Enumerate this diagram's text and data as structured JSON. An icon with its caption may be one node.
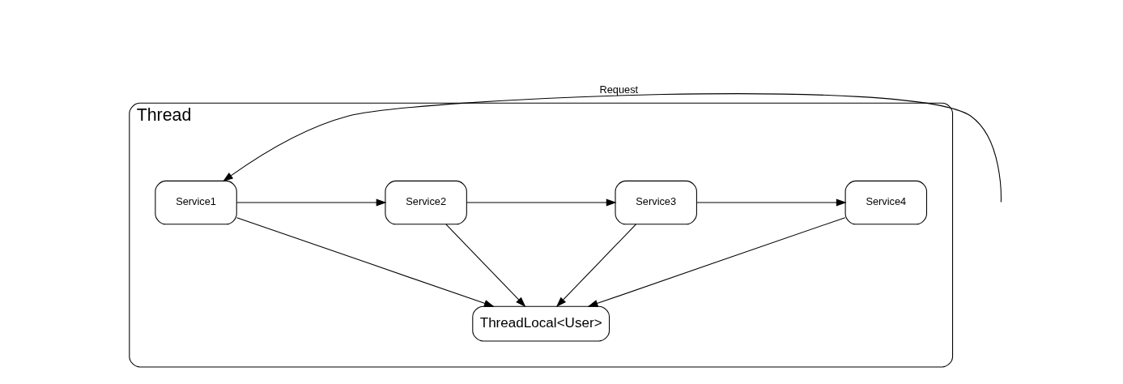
{
  "diagram": {
    "nodes": [
      {
        "text": [
          "Thread"
        ]
      },
      {
        "text": [
          "Service1"
        ],
        "in": 0
      },
      {
        "text": [
          "Service2"
        ],
        "in": 0
      },
      {
        "text": [
          "Service3"
        ],
        "in": 0
      },
      {
        "text": [
          "Service4"
        ],
        "in": 0
      },
      {
        "text": [
          "ThreadLocal<User>"
        ],
        "in": 0
      }
    ],
    "edges": [
      {
        "from": null,
        "to": 1,
        "arrow": "to",
        "label": "Request"
      },
      {
        "from": 1,
        "to": 2,
        "arrow": "to"
      },
      {
        "from": 2,
        "to": 3,
        "arrow": "to"
      },
      {
        "from": 3,
        "to": 4,
        "arrow": "to"
      },
      {
        "from": 1,
        "to": 5,
        "arrow": "to"
      },
      {
        "from": 2,
        "to": 5,
        "arrow": "to"
      },
      {
        "from": 3,
        "to": 5,
        "arrow": "to"
      },
      {
        "from": 4,
        "to": 5,
        "arrow": "to"
      }
    ]
  }
}
